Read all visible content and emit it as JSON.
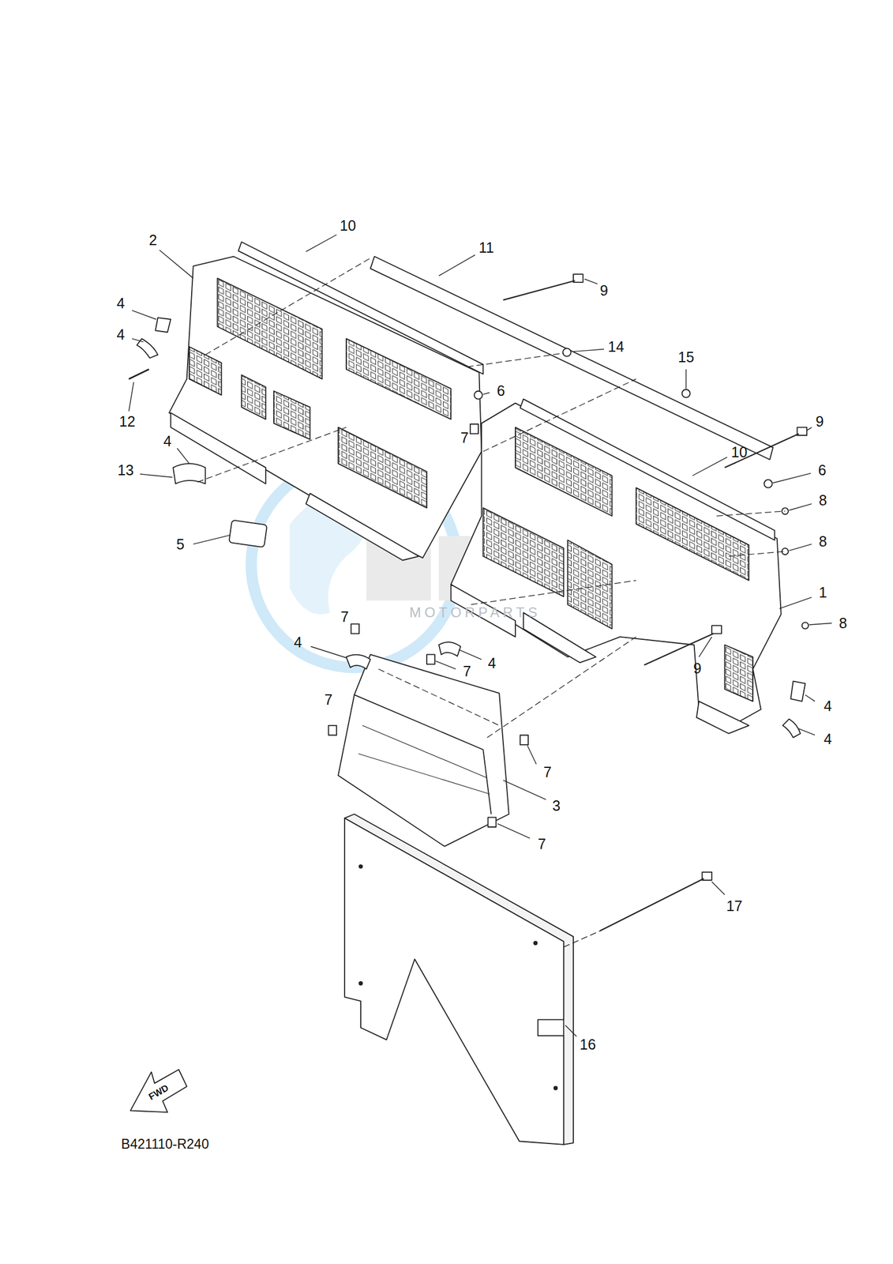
{
  "diagram": {
    "labels": [
      "10",
      "2",
      "11",
      "9",
      "4",
      "14",
      "4",
      "15",
      "6",
      "12",
      "9",
      "7",
      "4",
      "10",
      "13",
      "6",
      "8",
      "5",
      "8",
      "1",
      "7",
      "8",
      "4",
      "7",
      "4",
      "9",
      "4",
      "7",
      "4",
      "7",
      "3",
      "7",
      "17",
      "16",
      "FWD",
      "B421110-R240",
      "MOTORPARTS"
    ]
  }
}
